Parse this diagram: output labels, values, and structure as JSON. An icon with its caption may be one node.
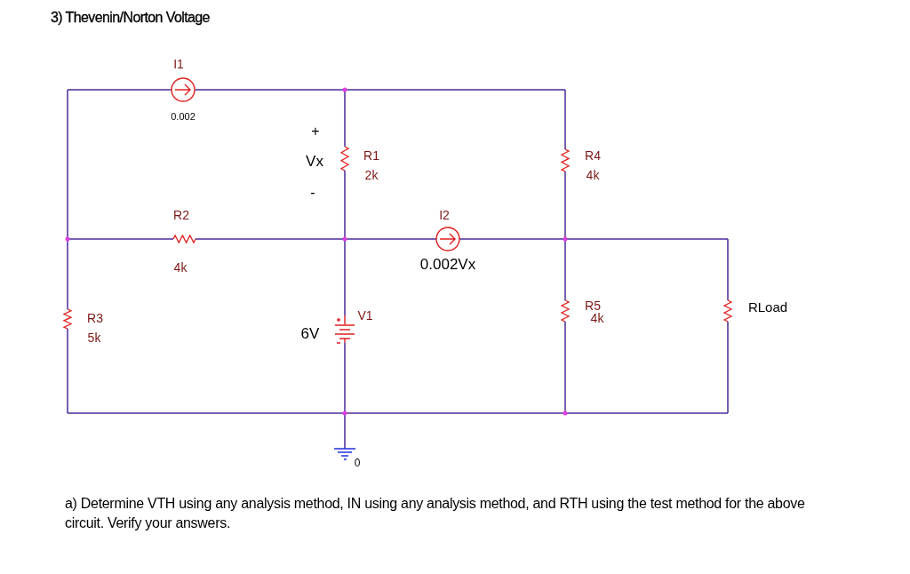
{
  "diagram": {
    "title": "3) Thevenin/Norton Voltage",
    "caption": "a) Determine VTH using any analysis method, IN using any analysis method, and RTH using the test method for the above circuit. Verify your answers.",
    "labels": [
      "I1",
      "0.002",
      "+",
      "Vx",
      "R1",
      "2k",
      "R4",
      "4k",
      "-",
      "R2",
      "I2",
      "4k",
      "0.002Vx",
      "R5",
      "4k",
      "RLoad",
      "R3",
      "V1",
      "5k",
      "6V",
      "0"
    ]
  }
}
